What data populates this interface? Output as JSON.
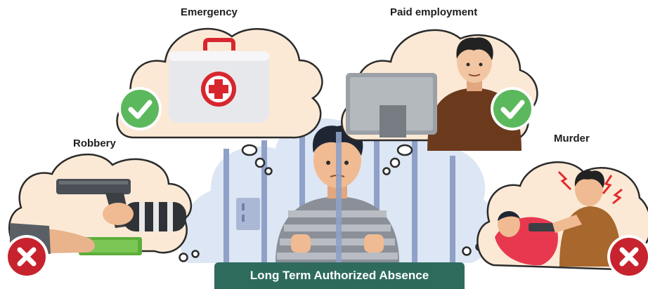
{
  "labels": {
    "emergency": "Emergency",
    "paid_employment": "Paid employment",
    "robbery": "Robbery",
    "murder": "Murder"
  },
  "banner": {
    "text": "Long Term Authorized Absence"
  },
  "colors": {
    "cloud_fill": "#fbe9d6",
    "cloud_stroke": "#2b2b2b",
    "jail_cloud": "#dde6f4",
    "bars": "#8fa1c8",
    "approved": "#5cb85c",
    "denied": "#c7232e",
    "banner": "#2e6b5d"
  },
  "icons": {
    "approved": "check-icon",
    "denied": "cross-icon"
  }
}
